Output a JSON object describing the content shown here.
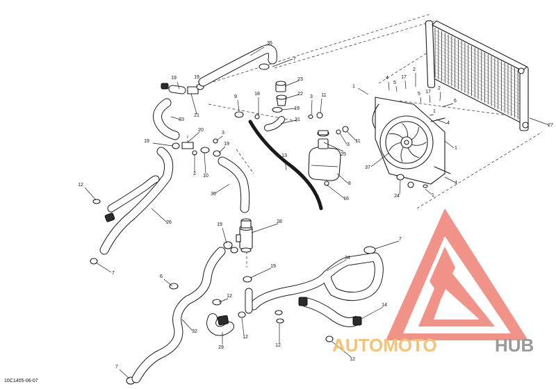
{
  "diagram": {
    "reference_code": "10C1405-06-07",
    "callouts": [
      "35",
      "7",
      "23",
      "22",
      "19",
      "31",
      "9",
      "18",
      "3",
      "11",
      "25",
      "1",
      "4",
      "5",
      "17",
      "2",
      "6",
      "27",
      "37",
      "24",
      "21",
      "33",
      "20",
      "10",
      "13",
      "8",
      "16",
      "12",
      "26",
      "36",
      "28",
      "34",
      "14",
      "29",
      "32"
    ]
  },
  "watermark": {
    "word_left": "AUTOMOTO",
    "word_right": "HUB",
    "colors": {
      "logo": "#f08a80",
      "left": "#f5c277",
      "right": "#9a9a9a"
    }
  }
}
